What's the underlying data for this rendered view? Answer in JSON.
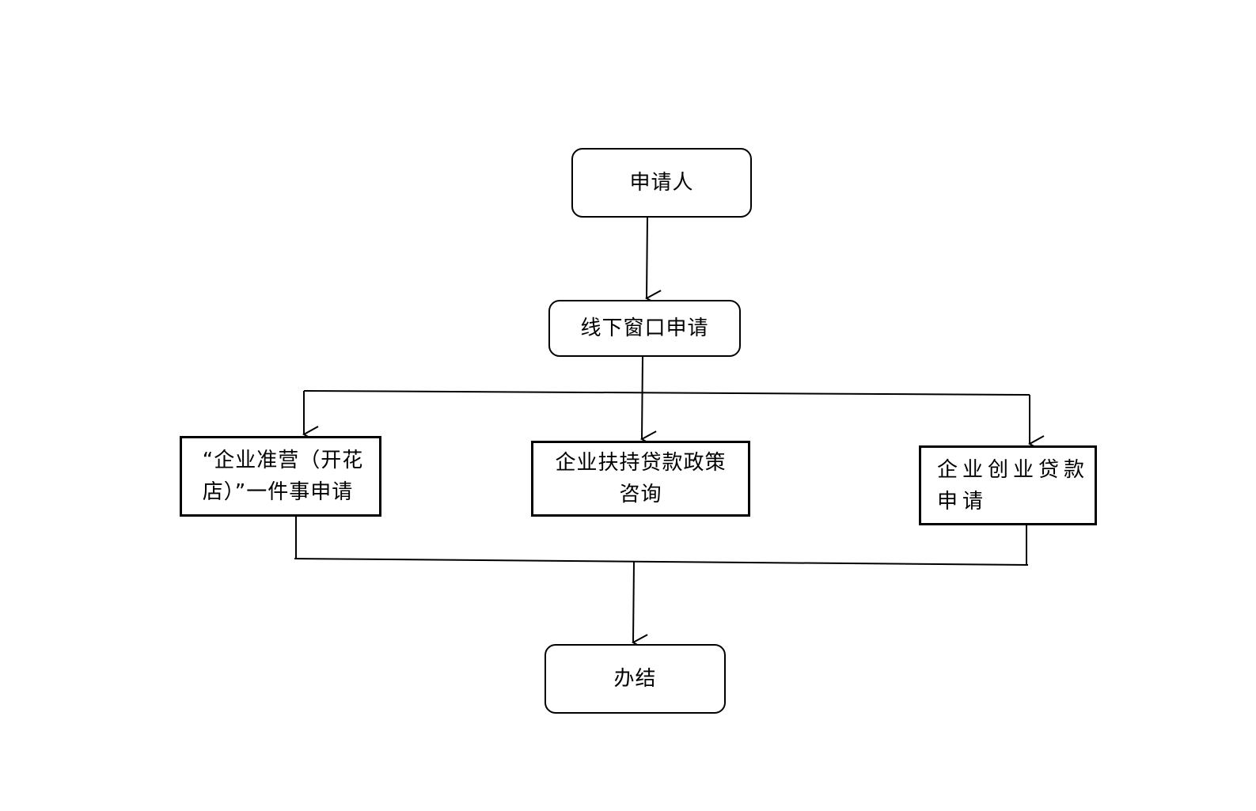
{
  "flowchart": {
    "nodes": {
      "applicant": {
        "label": "申请人"
      },
      "offline_window": {
        "label": "线下窗口申请"
      },
      "flower_shop": {
        "label": "“企业准营（开花\n店）”一件事申请"
      },
      "policy_consult": {
        "label": "企业扶持贷款政策\n咨询"
      },
      "startup_loan": {
        "label": "企业创业贷款\n申请"
      },
      "completed": {
        "label": "办结"
      }
    },
    "edges": [
      {
        "from": "applicant",
        "to": "offline_window"
      },
      {
        "from": "offline_window",
        "to": "flower_shop"
      },
      {
        "from": "offline_window",
        "to": "policy_consult"
      },
      {
        "from": "offline_window",
        "to": "startup_loan"
      },
      {
        "from": "flower_shop",
        "to": "completed"
      },
      {
        "from": "startup_loan",
        "to": "completed"
      }
    ],
    "colors": {
      "stroke": "#000000",
      "fill": "#ffffff"
    }
  }
}
